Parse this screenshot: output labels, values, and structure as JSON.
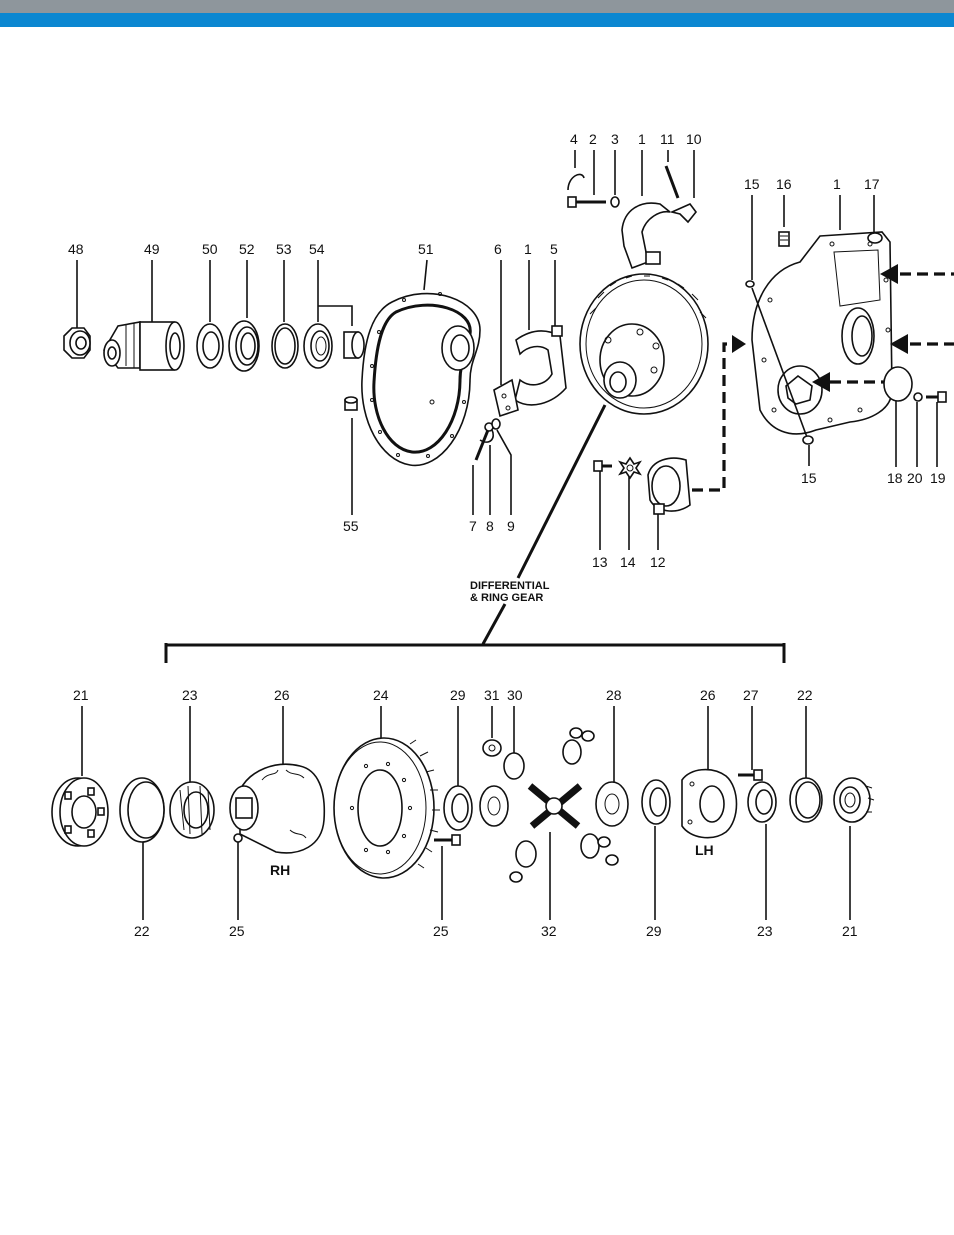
{
  "header": {
    "grey_color": "#8e969c",
    "blue_color": "#0b87d1"
  },
  "callouts": {
    "upper": [
      "4",
      "2",
      "3",
      "1",
      "11",
      "10",
      "15",
      "16",
      "1",
      "17",
      "48",
      "49",
      "50",
      "52",
      "53",
      "54",
      "51",
      "6",
      "1",
      "5",
      "55",
      "7",
      "8",
      "9",
      "13",
      "14",
      "12",
      "15",
      "18",
      "20",
      "19"
    ],
    "lower": [
      "21",
      "23",
      "26",
      "24",
      "29",
      "31",
      "30",
      "28",
      "26",
      "27",
      "22",
      "22",
      "25",
      "25",
      "32",
      "29",
      "23",
      "21"
    ]
  },
  "captions": {
    "differential_line1": "DIFFERENTIAL",
    "differential_line2": "& RING GEAR",
    "right_hand": "RH",
    "left_hand": "LH"
  }
}
